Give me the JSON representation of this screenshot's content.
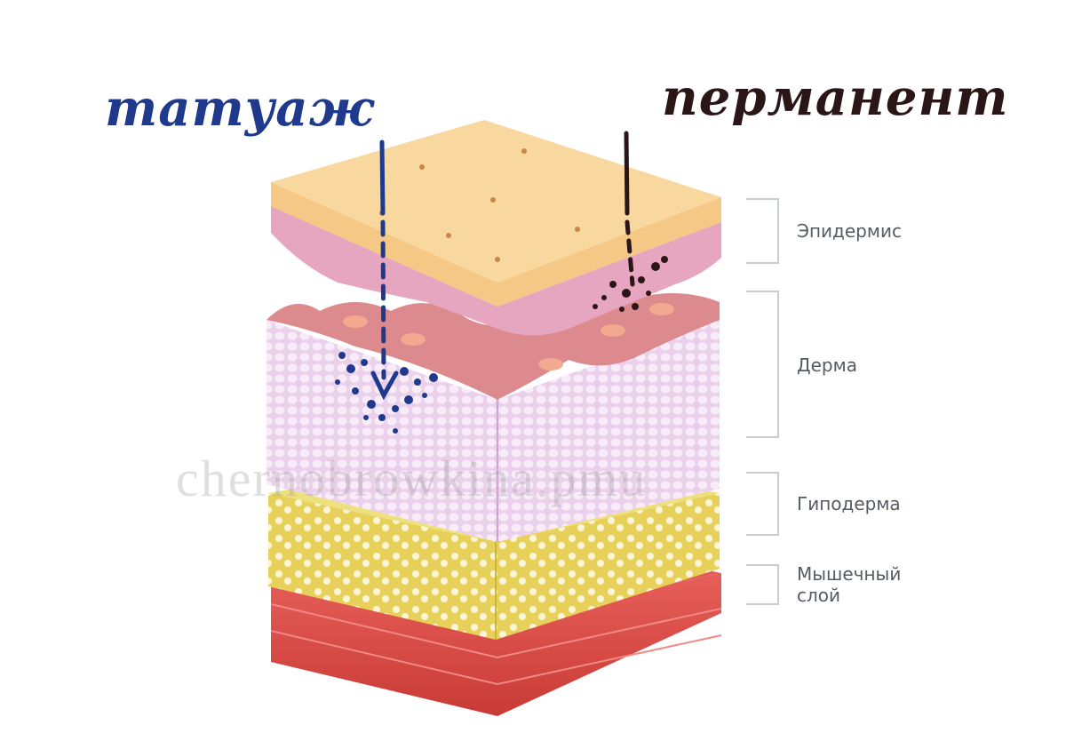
{
  "handwritten": {
    "tattoo": "татуаж",
    "permanent": "перманент",
    "tattoo_color": "#1f3a8c",
    "permanent_color": "#2a1616"
  },
  "layers": [
    {
      "label": "Эпидермис",
      "color": "#f6d49a"
    },
    {
      "label": "Дерма",
      "color": "#e9c6e4"
    },
    {
      "label": "Гиподерма",
      "color": "#e8d45a"
    },
    {
      "label": "Мышечный\nслой",
      "color": "#d8453f"
    }
  ],
  "watermark": "chernobrowkina.pmu",
  "colors": {
    "bracket": "#c9cdd2",
    "label_text": "#555b63"
  }
}
